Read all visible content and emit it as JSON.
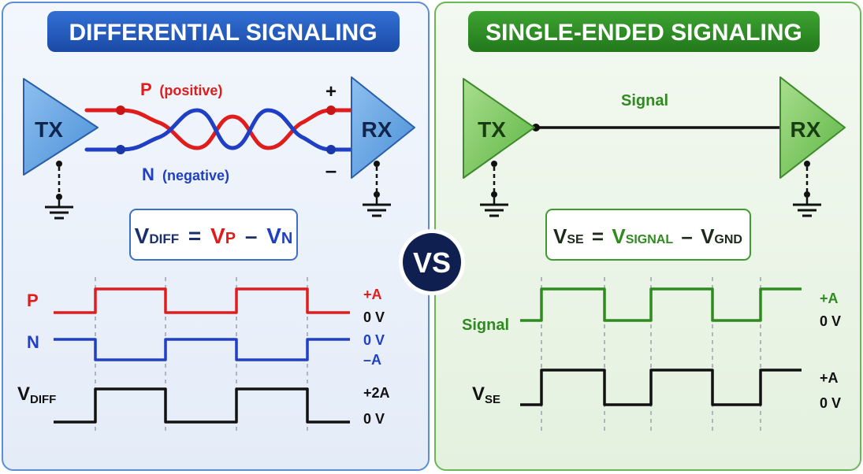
{
  "colors": {
    "red": "#e01c1c",
    "blue": "#1f3fc4",
    "green": "#2f8a1f",
    "black": "#111111",
    "diff_title_bg": "#1e55b8",
    "se_title_bg": "#2a8a22",
    "vs_bg": "#0f2050"
  },
  "differential": {
    "title": "DIFFERENTIAL SIGNALING",
    "tx_label": "TX",
    "rx_label": "RX",
    "p_wire_label_main": "P",
    "p_wire_label_sub": "(positive)",
    "n_wire_label_main": "N",
    "n_wire_label_sub": "(negative)",
    "plus_sign": "+",
    "minus_sign": "–",
    "formula": {
      "v1": "V",
      "sub1": "DIFF",
      "eq": "=",
      "v2": "V",
      "sub2": "P",
      "op": "–",
      "v3": "V",
      "sub3": "N"
    },
    "waves": {
      "p_label": "P",
      "n_label": "N",
      "vdiff_label_main": "V",
      "vdiff_label_sub": "DIFF",
      "p_high": "+A",
      "p_low": "0 V",
      "n_high": "0 V",
      "n_low": "–A",
      "vdiff_high": "+2A",
      "vdiff_low": "0 V"
    }
  },
  "vs_label": "VS",
  "single_ended": {
    "title": "SINGLE-ENDED SIGNALING",
    "tx_label": "TX",
    "rx_label": "RX",
    "wire_label": "Signal",
    "formula": {
      "v1": "V",
      "sub1": "SE",
      "eq": "=",
      "v2": "V",
      "sub2": "SIGNAL",
      "op": "–",
      "v3": "V",
      "sub3": "GND"
    },
    "waves": {
      "signal_label": "Signal",
      "vse_label_main": "V",
      "vse_label_sub": "SE",
      "signal_high": "+A",
      "signal_low": "0 V",
      "vse_high": "+A",
      "vse_low": "0 V"
    }
  }
}
